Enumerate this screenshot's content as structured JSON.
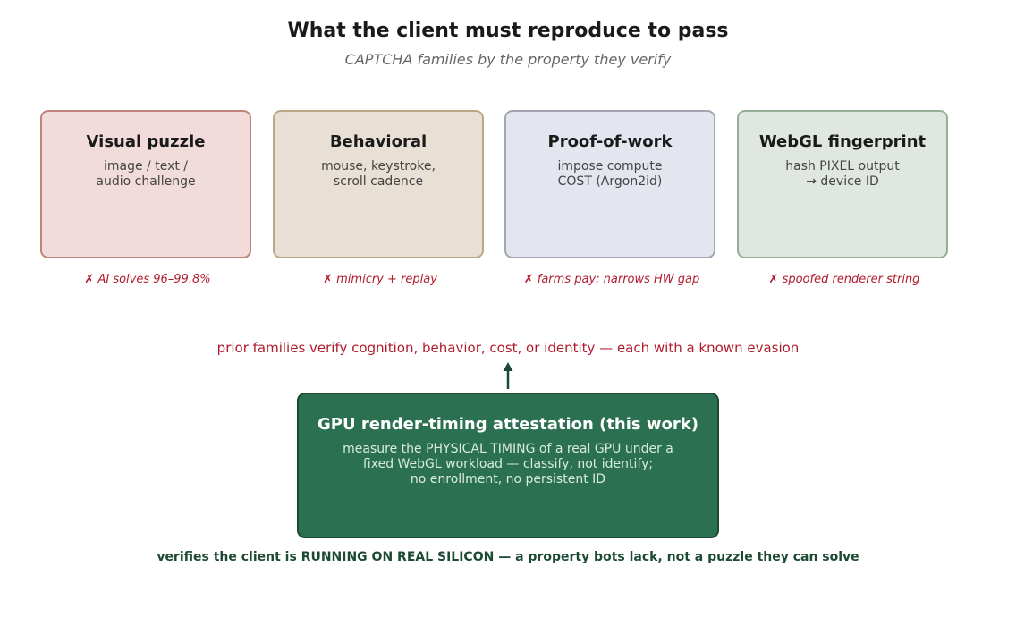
{
  "header": {
    "title": "What the client must reproduce to pass",
    "subtitle": "CAPTCHA families by the property they verify"
  },
  "families": [
    {
      "title": "Visual puzzle",
      "description": "image / text /\naudio challenge",
      "evasion_mark": "✗",
      "evasion": "AI solves 96–99.8%",
      "fill": "#f2dcdb",
      "border": "#c0837a"
    },
    {
      "title": "Behavioral",
      "description": "mouse, keystroke,\nscroll cadence",
      "evasion_mark": "✗",
      "evasion": "mimicry + replay",
      "fill": "#e8e0d4",
      "border": "#bca784"
    },
    {
      "title": "Proof-of-work",
      "description": "impose compute\nCOST (Argon2id)",
      "evasion_mark": "✗",
      "evasion": "farms pay; narrows HW gap",
      "fill": "#e3e6ee",
      "border": "#a2a6b4"
    },
    {
      "title": "WebGL fingerprint",
      "description": "hash PIXEL output\n→ device ID",
      "evasion_mark": "✗",
      "evasion": "spoofed renderer string",
      "fill": "#e0e7e0",
      "border": "#96ad96"
    }
  ],
  "prior_note": "prior families verify cognition, behavior, cost, or identity — each with a known evasion",
  "this_work": {
    "title": "GPU render-timing attestation  (this work)",
    "description": "measure the PHYSICAL TIMING of a real GPU under a\nfixed WebGL workload — classify, not identify;\nno enrollment, no persistent ID",
    "fill": "#2c7052",
    "border": "#1d4a35"
  },
  "conclusion": "verifies the client is RUNNING ON REAL SILICON — a property bots lack, not a puzzle they can solve",
  "colors": {
    "evasion_red": "#b01c2e",
    "dark_green": "#1d4a35",
    "arrow": "#1d4a35"
  }
}
